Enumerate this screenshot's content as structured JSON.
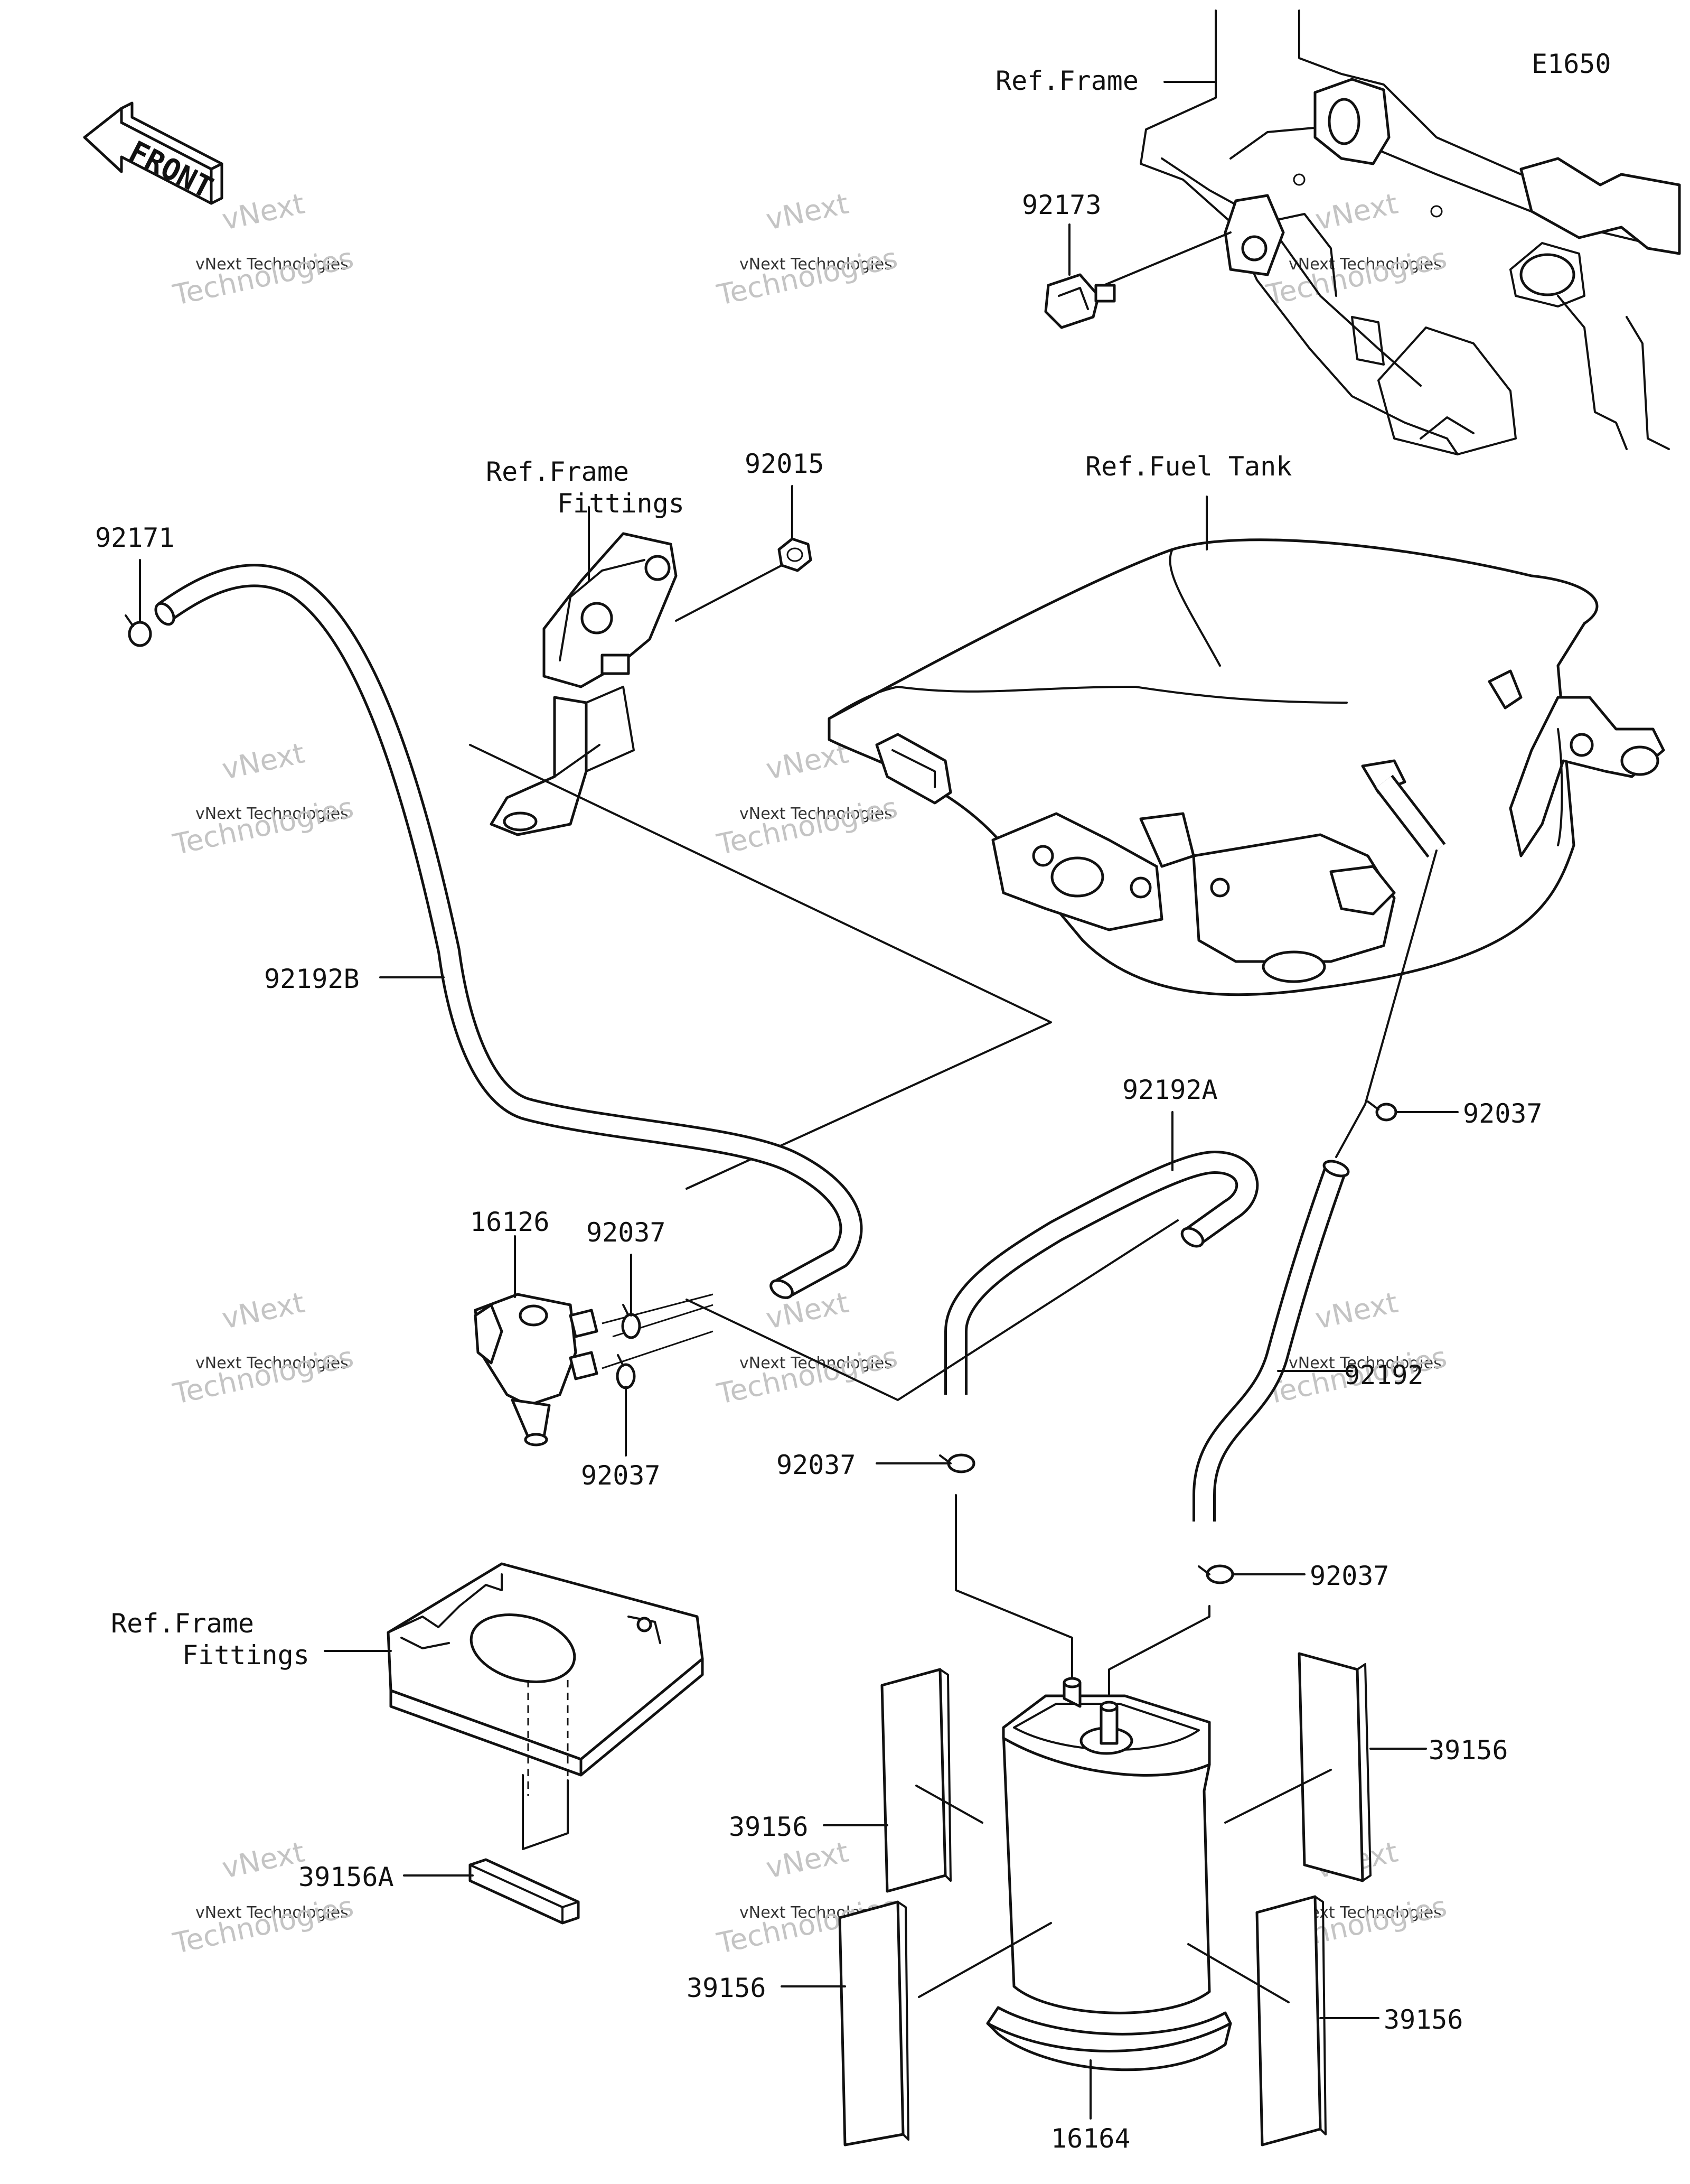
{
  "diagram_code": "E1650",
  "front_badge": "FRONT",
  "watermark": {
    "line1": "vNext",
    "line2": "vNext Technologies",
    "line3": "Technologies"
  },
  "labels": {
    "ref_frame_top": "Ref.Frame",
    "p92173": "92173",
    "ref_frame_fittings_1a": "Ref.Frame",
    "ref_frame_fittings_1b": "Fittings",
    "p92015": "92015",
    "ref_fuel_tank": "Ref.Fuel Tank",
    "p92171": "92171",
    "p92192B": "92192B",
    "p92192A": "92192A",
    "p92037_a": "92037",
    "p16126": "16126",
    "p92037_b": "92037",
    "p92037_c": "92037",
    "p92192": "92192",
    "p92037_d": "92037",
    "p92037_e": "92037",
    "ref_frame_fittings_2a": "Ref.Frame",
    "ref_frame_fittings_2b": "Fittings",
    "p39156_a": "39156",
    "p39156_b": "39156",
    "p39156_c": "39156",
    "p39156_d": "39156",
    "p39156A": "39156A",
    "p16164": "16164"
  }
}
